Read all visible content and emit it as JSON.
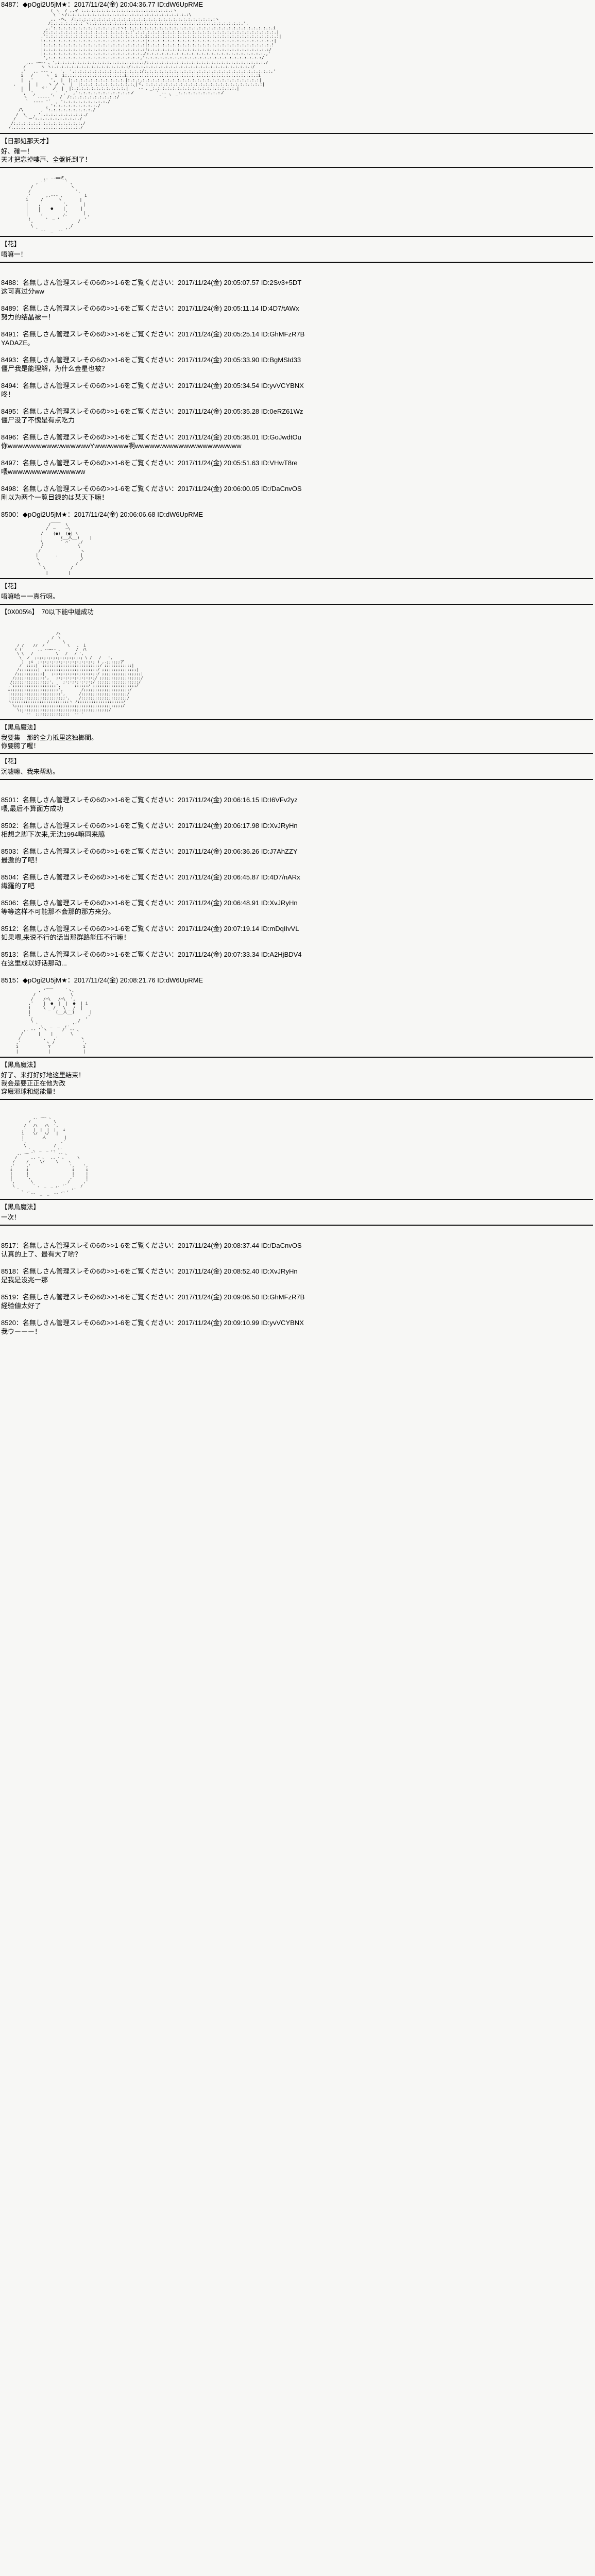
{
  "thread": {
    "board_style": "2ch-aa-thread",
    "date": "2017/11/24(金)",
    "name_field": "名無しさん管理スレその6の>>1-6をご覧ください",
    "trip_name": "◆pOgi2U5jM★"
  },
  "posts": [
    {
      "id": "p8487",
      "header": "8487：◆pOgi2U5jM★：2017/11/24(金) 20:04:36.77 ID:dW6UpRME",
      "aa": "                    ( ヽ  / ,.ィ´:.:.:.:.:.:.:.:.:.:.:.:.:.:.:.:.:.:.:ヽ\n                     \\ `ヽ/:.:.:.:.:.:.:.:.:.:.:.:.:.:.:.:.:.:.:.:.:.:.:.:.:\\\n                    ,. ‐ヘ、 /:.:.:.:.:.:.:.:.:.:.:.:.:.:.:.:.:.:.:.:.:.:.:.:.:.:.:.:.:ヽ\n                   /:.:.:.:.:.:.:`ヽ:.:.:.:.:.:.:.:.:.:.:.:.:.:.:.:.:.:.:.:.:.:.:.:.:.:.:.:.:.:.:.',\n                  ,.':.:.:.:.:.:.:.:.:.:.:.:.:.:ヽ:.:.:.:.:.:.:.:.:.:.:.:.:.:.:.:.:.:.:.:.:.:.:.:.:.:.:.:.:.:.i\n                 /:.:.:.:.:.:.:.:.:.:.:.:.:.:.:.:.:.:',:.:.:.:.:.:.:.:.:.:.:.:.:.:.:.:.:.:.:.:.:.:.:.:.:.:.:.:.|\n                ,':.:.:.:.:.:.:.:.:.:.:.:.:.:.:.:.:.:.:.:.i:.:.:.:.:.:.:.:.:.:.:.:.:.:.:.:.:.:.:.:.:.:.:.:.:.:.:|\n                i:.:.:.:.:.:.:.:.:.:.:.:.:.:.:.:.:.:.:.:.:|:.:.:.:.:.:.:.:.:.:.:.:.:.:.:.:.:.:.:.:.:.:.:.:.:.:|\n                |:.:.:.:.:.:.:.:.:.:.:.:.:.:.:.:.:.:.:.:.:|:.:.:.:.:.:.:.:.:.:.:.:.:.:.:.:.:.:.:.:.:.:.:.:.:.!\n                |:.:.:.:.:.:.:.:.:.:.:.:.:.:.:.:.:.:.:.:.:!:.:.:.:.:.:.:.:.:.:.:.:.:.:.:.:.:.:.:.:.:.:.:.:.:/\n                |:.:.:.:.:.:.:.:.:.:.:.:.:.:.:.:.:.:.:.:.ノ:.:.:.:.:.:.:.:.:.:.:.:.:.:.:.:.:.:.:.:.:.:.:.:.,'\n                 ',:.:.:.:.:.:.:.:.:.:.:.:.:.:.:.:.:.:.:,':.:.:.:.:.:.:.:.:.:.:.:.:.:.:.:.:.:.:.:.:.:.:.:/\n          ,.. -─‐- 、',:.:.:.:.:.:.:.:.:.:.:.:.:.:.:.:.:.:/:.:.:.:.:.:.:.:.:.:.:.:.:.:.:.:.:.:.:.:.:.:.:.:./\n         /      ヽ ヽ:.:.:.:.:.:.:.:.:.:.:.:.:.:.:.:/:.:.:.:.:.:.:.:.:.:.:.:.:.:.:.:.:.:.:.:.:.:.:.:.:/\n        ,'   ,. -‐- 、  ',  ',:.:.:.:.:.:.:.:.:.:.:.:.:.:/:.:.:.:.:.:.:.:.:.:.:.:.:.:.:.:.:.:.:.:.:.:.:.:.:.:,'\n        i   /     ヽ  i  i:.:.:.:.:.:.:.:.:.:.:.:.i:.:.:.:.:.:.:.:.:.:.:.:.:.:.:.:.:.:.:.:.:.:.:.:.:.:.:i\n        |  ,'       ',  |  |:.:.:.:.:.:.:.:.:.:.:.|:.:.:.:.:.:.:.:.:.:.:.:.:.:.:.:.:.:.:.:.:.:.:.:.:.:.:|\n     .     |  |    ヽ ノ ヽ  |  |:.:.:.:.:.:.:.:.:.:.:.|ヾ、:.:.:.:.:.:.:.:.:.:.:.:.:.:.:.:.:.:.:.:.:.:.:.:|\n        |  |    ヾ'  ノ  |  |:.:.:.:.:.:.:.:.:.:.:.|  ` ‐- 、_:.:.:.:.:.:.:.:.:.:.:.:.:.:.:.:.:.|\n        ',  ',      , '  ,'  ,':.:.:.:.:.:.:.:.:.:.:ノ         ` ‐- 、 _:.:.:.:.:.:.:.:.:ノ\n         ヽ  ` ‐---‐ '  /  /:.:.:.:.:.:.:.:.:.:/                ` ‐ ´\n          `  ‐--‐ '´  , ':.:.:.:.:.:.:.:.:./\n                  , ':.:.:.:.:.:.:.:.:./\n       /\\       , ':.:.:.:.:.:.:.:.:./\n      /  \\   , ':.:.:.:.:.:.:.:.:./\n     /    `ー':.:.:.:.:.:.:.:.:./\n    /:.:.:.:.:.:.:.:.:.:.:.:.:.:./\n   /:.:.:.:.:.:.:.:.:.:.:.:.:.:./",
      "dialogs": [
        {
          "name": "【日那処那天才】",
          "lines": "好、確一！\n天才把忘掉嘍戸、全盤託到了！"
        }
      ]
    },
    {
      "id": "p8487b",
      "aa": "                 ,. -‐==ミ、\n              , '´        ` 、\n            /               ヽ\n           /                  ',\n          ,'      ,.-‐- 、        i\n          i     /      ヽ       |\n          |    ,'        ',      |\n          |    |    ●    |      |\n          |    ',        ,'      |\n          ',    ` 、 _ , '´       ,'\n           ',                  /\n            \\               /\n              ` ‐-  _  -‐ '´",
      "dialogs": [
        {
          "name": "【花】",
          "lines": "唔嘛一！"
        }
      ]
    }
  ],
  "replies_block_1": [
    {
      "header": "8488：名無しさん管理スレその6の>>1-6をご覧ください：2017/11/24(金) 20:05:07.57 ID:2Sv3+5DT",
      "body": "这可真过分ww"
    },
    {
      "header": "8489：名無しさん管理スレその6の>>1-6をご覧ください：2017/11/24(金) 20:05:11.14 ID:4D7/tAWx",
      "body": "努力的结晶被ー！"
    },
    {
      "header": "8491：名無しさん管理スレその6の>>1-6をご覧ください：2017/11/24(金) 20:05:25.14 ID:GhMFzR7B",
      "body": "YADAZE。"
    },
    {
      "header": "8493：名無しさん管理スレその6の>>1-6をご覧ください：2017/11/24(金) 20:05:33.90 ID:BgMSId33",
      "body": "僵尸我是能理解，为什么金星也被？"
    },
    {
      "header": "8494：名無しさん管理スレその6の>>1-6をご覧ください：2017/11/24(金) 20:05:34.54 ID:yvVCYBNX",
      "body": "咚！"
    },
    {
      "header": "8495：名無しさん管理スレその6の>>1-6をご覧ください：2017/11/24(金) 20:05:35.28 ID:0eRZ61Wz",
      "body": "僵尸没了不愧是有点吃力"
    },
    {
      "header": "8496：名無しさん管理スレその6の>>1-6をご覧ください：2017/11/24(金) 20:05:38.01 ID:GoJwdtOu",
      "body": "你wwwwwwwwwwwwwwwwwYwwwwwww啊wwwwwwwwwwwwwwwwwwwwww"
    },
    {
      "header": "8497：名無しさん管理スレその6の>>1-6をご覧ください：2017/11/24(金) 20:05:51.63 ID:VHwT8re",
      "body": "喂wwwwwwwwwwwwwwww"
    },
    {
      "header": "8498：名無しさん管理スレその6の>>1-6をご覧ください：2017/11/24(金) 20:06:00.05 ID:/DaCnvOS",
      "body": "剛以为两个一覧目録的は某天下嘛！"
    }
  ],
  "post_8500": {
    "header": "8500：◆pOgi2U5jM★：2017/11/24(金) 20:06:06.68 ID:dW6UpRME",
    "aa": "                    ____\n                   /      \\\n                  /  ─    ─\\\n                /    (●)  (●) \\\n                |       (__人__)    |\n                \\       ` ⌒´   ,/\n                /              \\\n               /                ヽ\n              |       .         |\n              ヽ                ノ\n               \\              /\n                 \\          /\n                  |        |",
    "dialogs": [
      {
        "name": "【花】",
        "lines": "唔嘛哈ー一真行呀。"
      }
    ],
    "tail_line": "【0X005%】　70以下能中繼成功"
  },
  "post_big": {
    "aa": "                        /\\\n                      /  \\\n                    /      \\\n       / /    //  /          \\   ,  i\n      ( (´      ,. -‐─‐- 、      /  ハ\n       \\ \\   /          \\   /   / ',\n        \\  ノ  ;:;:;:;:;:;:;:;:;:;:; \\ /   /   ',\n         )  ;i  ;:;:;:;:;:;:;:;:;:;:;:;:; ) ,.;;;;;;ア\n        /  ;;;:|  ;:;:;:;:;:;:;:;:;:;:;:;:;/ ;;;;;;;;;;;;|\n       /;;;;;;;;|  ;:;:;:;:;:;:;:;:;:;:;:;/ ;;;;;;;;;;;;;;;|\n      /;;;;;;;;;;;|   ;:;:;:;:;:;:;:;:;:;:/ ;;;;;;;;;;;;;;;;;|\n     /;;;;;;;;;;;;;',   ;:;:;:;:;:;:;:;:;/ ;;;;;;;;;;;;;;;;;;/\n    /;;;;;;;;;;;;;;;;',    ;:;:;:;:;:;:;/ ;;;;;;;;;;;;;;;;;;/\n   ,';;;;;;;;;;;;;;;;;;;',      ;:;:;:/ ;;;;;;;;;;;;;;;;;;;/\n   i;;;;;;;;;;;;;;;;;;;;;',        /;;;;;;;;;;;;;;;;;;;;/\n   |;;;;;;;;;;;;;;;;;;;;;;',      /;;;;;;;;;;;;;;;;;;;;/\n   |;;;;;;;;;;;;;;;;;;;;;;;;',    /;;;;;;;;;;;;;;;;;;;;/\n   ヽ;;;;;;;;;;;;;;;;;;;;;;;;;ヽ /;;;;;;;;;;;;;;;;;;;;/\n     \\;;;;;;;;;;;;;;;;;;;;;;;;;;;;;;;;;;;;;;;;;;;;;;;/\n       \\;;;;;;;;;;;;;;;;;;;;;;;;;;;;;;;;;;;;;;;/\n         ` ‐-  ;;;;;;;;;;;;;;;  -‐ '",
    "dialogs": [
      {
        "name": "【黒烏魔法】",
        "lines": "我要集　那的全力抵里这独榔間。\n你要胯了喔！"
      },
      {
        "name": "【花】",
        "lines": "沉嘘嘛、我来帮助。"
      }
    ]
  },
  "replies_block_2": [
    {
      "header": "8501：名無しさん管理スレその6の>>1-6をご覧ください：2017/11/24(金) 20:06:16.15 ID:I6VFv2yz",
      "body": "喂,最后不算面方成功"
    },
    {
      "header": "8502：名無しさん管理スレその6の>>1-6をご覧ください：2017/11/24(金) 20:06:17.98 ID:XvJRyHn",
      "body": "相想之脚下次来,无沈1994嘛同来脇"
    },
    {
      "header": "8503：名無しさん管理スレその6の>>1-6をご覧ください：2017/11/24(金) 20:06:36.26 ID:J7AhZZY",
      "body": "最激的了吧！"
    },
    {
      "header": "8504：名無しさん管理スレその6の>>1-6をご覧ください：2017/11/24(金) 20:06:45.87 ID:4D7/nARx",
      "body": "繊羅的了吧"
    },
    {
      "header": "8506：名無しさん管理スレその6の>>1-6をご覧ください：2017/11/24(金) 20:06:48.91 ID:XvJRyHn",
      "body": "等等这样不可能那不会那的那方来分。"
    },
    {
      "header": "8512：名無しさん管理スレその6の>>1-6をご覧ください：2017/11/24(金) 20:07:19.14 ID:mDqIIvVL",
      "body": "如果喂,来说不行的话当那群路能压不行嘛！"
    },
    {
      "header": "8513：名無しさん管理スレその6の>>1-6をご覧ください：2017/11/24(金) 20:07:33.34 ID:A2HjBDV4",
      "body": "在这里成以好话那动..."
    }
  ],
  "post_8515": {
    "header": "8515：◆pOgi2U5jM★：2017/11/24(金) 20:08:21.76 ID:dW6UpRME",
    "aa": "                  ___\n               , '´       `ヽ、\n             /              \\\n            /    /⌒\\   /⌒\\  ',\n           ,'    |  ●  |  |  ●  | i\n           i     \\ _ /   \\ _ /  |\n           |          (__人__)      |\n           ',                     ,'\n            \\                  /\n              ` 、  _  _  ,. '´\n         ,. -‐ '´ヽ      /` ‐- 、\n        /      |    |       \\\n       /        ',   ,'         ヽ\n      ,'          ヽ /           ',\n      i            Y             i\n      |            |             |",
    "dialogs": [
      {
        "name": "【黒烏魔法】",
        "lines": "好了、来打好好地这里結束！\n我会是要正正在他为改\n穿魔邪球和総能量！"
      }
    ]
  },
  "post_final_aa": {
    "aa": "              ,. -─- 、\n            /          \\\n          /   /\\   /\\  ',\n         ,'   |  |  |  |   i\n         i    \\/   \\/   |\n         |        人        |\n         ',               ,'\n          \\            /\n            ` 、 _  _ ,. '´\n       ,. -─ '´        ` ‐- 、\n      /      ,. - 、  ,. - 、     \\\n     /     /     \\/     \\    ヽ\n    ,'     ,'                 ',    ',\n    i      i                   i     i\n    |      |                   |     |\n    |      ',                 ,'     |\n    ',       \\               /      ,'\n     \\        ` 、 _  _ ,. '´      /\n       ` 、 _              _ , '´\n           ` ‐-  _  _  -‐ '´",
    "dialogs": [
      {
        "name": "【黒烏魔法】",
        "lines": "一次！"
      }
    ]
  },
  "replies_block_3": [
    {
      "header": "8517：名無しさん管理スレその6の>>1-6をご覧ください：2017/11/24(金) 20:08:37.44 ID:/DaCnvOS",
      "body": "认真的上了、最有大了哟？"
    },
    {
      "header": "8518：名無しさん管理スレその6の>>1-6をご覧ください：2017/11/24(金) 20:08:52.40 ID:XvJRyHn",
      "body": "是我是没兆一那"
    },
    {
      "header": "8519：名無しさん管理スレその6の>>1-6をご覧ください：2017/11/24(金) 20:09:06.50 ID:GhMFzR7B",
      "body": "経验値太好了"
    },
    {
      "header": "8520：名無しさん管理スレその6の>>1-6をご覧ください：2017/11/24(金) 20:09:10.99 ID:yvVCYBNX",
      "body": "我ウーーー！"
    }
  ]
}
